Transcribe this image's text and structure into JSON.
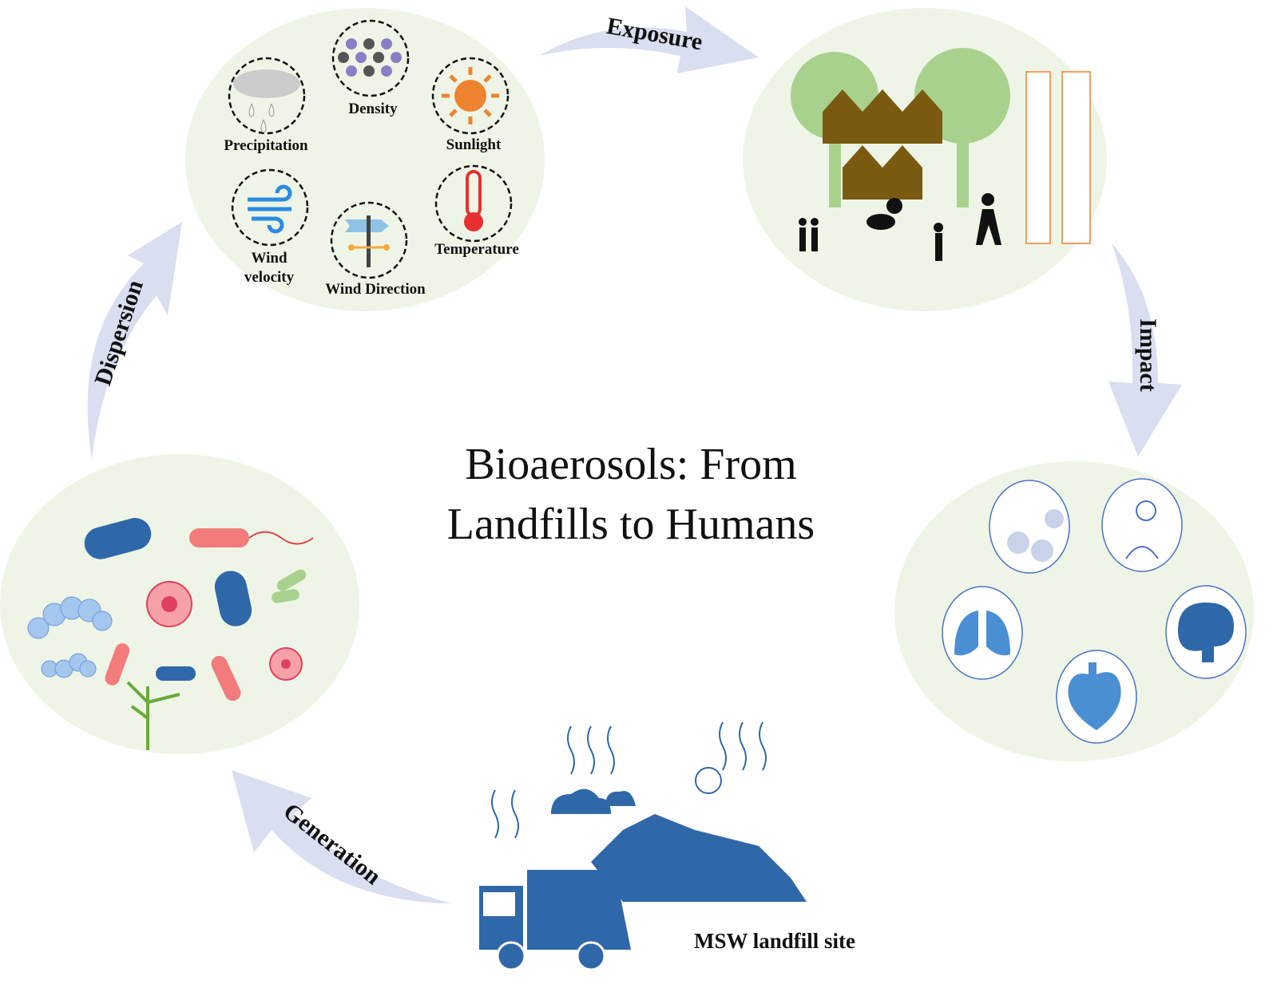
{
  "title": {
    "line1": "Bioaerosols: From",
    "line2": "Landfills to Humans"
  },
  "arrows": {
    "exposure": "Exposure",
    "impact": "Impact",
    "generation": "Generation",
    "dispersion": "Dispersion"
  },
  "factors": {
    "precipitation": "Precipitation",
    "density": "Density",
    "sunlight": "Sunlight",
    "wind_velocity_1": "Wind",
    "wind_velocity_2": "velocity",
    "wind_direction": "Wind Direction",
    "temperature": "Temperature"
  },
  "source": {
    "label": "MSW landfill site"
  },
  "colors": {
    "ellipse": "#eef5e6",
    "arrow": "#d9def0",
    "landfill": "#2f68a8",
    "house": "#7a5a10",
    "tree": "#a9d18e"
  }
}
